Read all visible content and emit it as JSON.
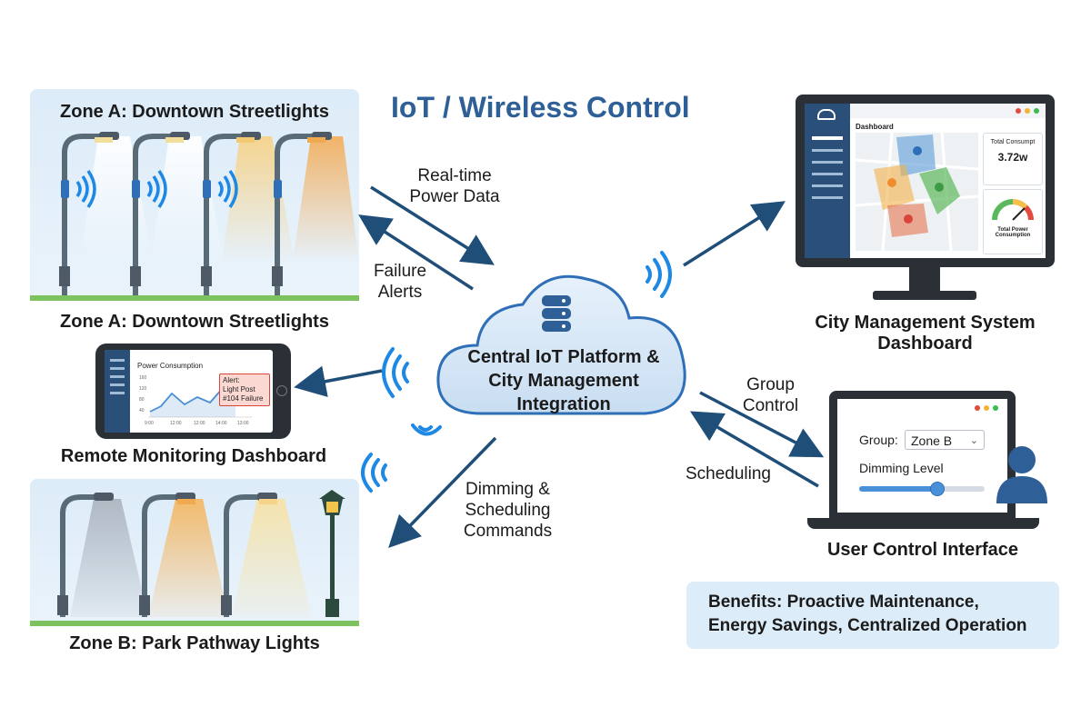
{
  "title": "IoT / Wireless Control",
  "zone_a": {
    "header": "Zone A: Downtown Streetlights",
    "caption": "Zone A: Downtown Streetlights"
  },
  "zone_b": {
    "caption": "Zone B: Park Pathway Lights"
  },
  "cloud": {
    "line1": "Central IoT Platform &",
    "line2": "City Management",
    "line3": "Integration"
  },
  "arrows": {
    "realtime_1": "Real-time",
    "realtime_2": "Power Data",
    "failure_1": "Failure",
    "failure_2": "Alerts",
    "dimming_1": "Dimming &",
    "dimming_2": "Scheduling",
    "dimming_3": "Commands",
    "group_1": "Group",
    "group_2": "Control",
    "scheduling": "Scheduling"
  },
  "remote": {
    "caption": "Remote Monitoring Dashboard",
    "chart_title": "Power Consumption",
    "alert_1": "Alert:",
    "alert_2": "Light Post",
    "alert_3": "#104 Failure",
    "y_ticks": [
      "160",
      "120",
      "80",
      "40"
    ],
    "x_ticks": [
      "9:00",
      "12:00",
      "12:00",
      "14:00",
      "13:00"
    ]
  },
  "city": {
    "caption_1": "City Management System",
    "caption_2": "Dashboard",
    "screen_title": "Dashboard",
    "total_consumpt_label": "Total Consumpt",
    "total_consumpt_value": "3.72w",
    "gauge_label_1": "Total Power",
    "gauge_label_2": "Consumption"
  },
  "user": {
    "caption": "User Control Interface",
    "group_label": "Group:",
    "group_value": "Zone B",
    "dimming_label": "Dimming Level",
    "dimming_level": 0.62
  },
  "benefits": {
    "line1": "Benefits: Proactive Maintenance,",
    "line2": "Energy Savings, Centralized Operation"
  },
  "colors": {
    "accent": "#2e5f96",
    "arrow": "#1f4e79",
    "wifi": "#1e88e5",
    "panel": "#dcecf8"
  }
}
